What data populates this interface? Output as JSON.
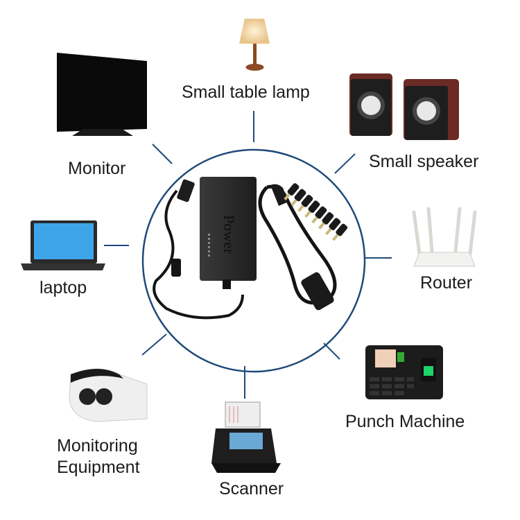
{
  "diagram": {
    "center": {
      "label": "Power",
      "description": "Universal laptop power adapter with AC cord and 8 DC tips"
    },
    "ring_color": "#1f4a7a",
    "spoke_color": "#1f4a7a",
    "devices": [
      {
        "id": "lamp",
        "label": "Small table lamp"
      },
      {
        "id": "speaker",
        "label": "Small speaker"
      },
      {
        "id": "router",
        "label": "Router"
      },
      {
        "id": "punch",
        "label": "Punch Machine"
      },
      {
        "id": "scanner",
        "label": "Scanner"
      },
      {
        "id": "camera",
        "label_line1": "Monitoring",
        "label_line2": "Equipment"
      },
      {
        "id": "laptop",
        "label": "laptop"
      },
      {
        "id": "monitor",
        "label": "Monitor"
      }
    ]
  }
}
